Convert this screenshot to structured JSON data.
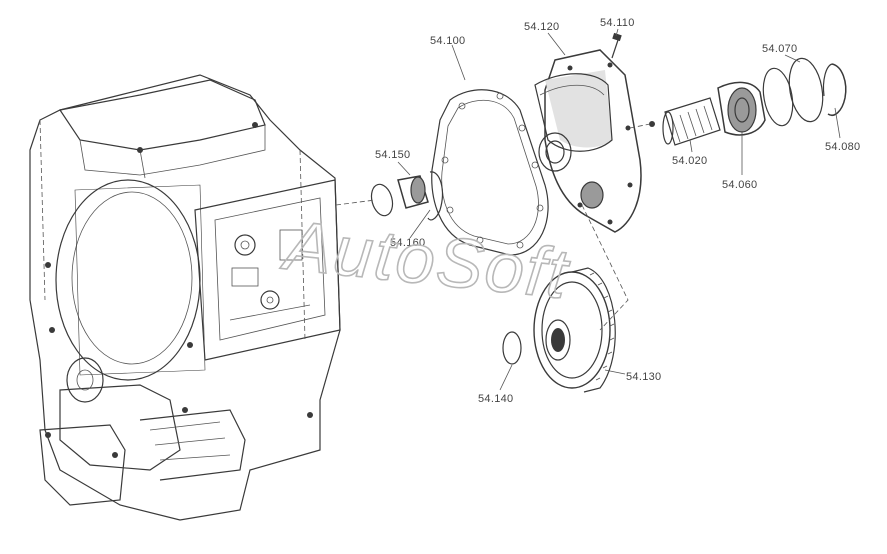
{
  "watermark": "AutoSoft",
  "colors": {
    "line": "#3a3a3a",
    "label": "#444444",
    "watermark": "#b8b8b8",
    "background": "#ffffff"
  },
  "parts": {
    "p54_100": "54.100",
    "p54_120": "54.120",
    "p54_110": "54.110",
    "p54_070": "54.070",
    "p54_080": "54.080",
    "p54_020": "54.020",
    "p54_060": "54.060",
    "p54_150": "54.150",
    "p54_160": "54.160",
    "p54_130": "54.130",
    "p54_140": "54.140"
  }
}
